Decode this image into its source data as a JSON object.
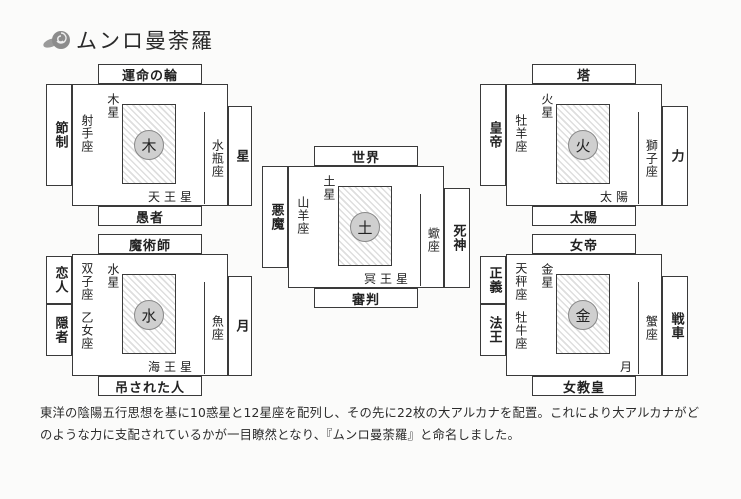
{
  "header": {
    "logo_icon": "rose-icon",
    "title": "ムンロ曼荼羅"
  },
  "units": {
    "wood": {
      "element": "木",
      "top_header": "運命の輪",
      "bottom_header": "愚者",
      "left_outer": "節制",
      "left_inner": "射手座",
      "right_inner": "水瓶座",
      "right_outer": "星",
      "planet_top": "木星",
      "planet_bottom": "天王星"
    },
    "water": {
      "element": "水",
      "top_header": "魔術師",
      "bottom_header": "吊された人",
      "left_outer_top": "恋人",
      "left_outer_bottom": "隠者",
      "left_inner_top": "双子座",
      "left_inner_bottom": "乙女座",
      "right_inner": "魚座",
      "right_outer": "月",
      "planet_top": "水星",
      "planet_bottom": "海王星"
    },
    "earth": {
      "element": "土",
      "top_header": "世界",
      "bottom_header": "審判",
      "left_outer": "悪魔",
      "left_inner": "山羊座",
      "right_inner": "蠍座",
      "right_outer": "死神",
      "planet_top": "土星",
      "planet_bottom": "冥王星"
    },
    "fire": {
      "element": "火",
      "top_header": "塔",
      "bottom_header": "太陽",
      "left_outer": "皇帝",
      "left_inner": "牡羊座",
      "right_inner": "獅子座",
      "right_outer": "力",
      "planet_top": "火星",
      "planet_bottom": "太陽"
    },
    "metal": {
      "element": "金",
      "top_header": "女帝",
      "bottom_header": "女教皇",
      "left_outer_top": "正義",
      "left_outer_bottom": "法王",
      "left_inner_top": "天秤座",
      "left_inner_bottom": "牡牛座",
      "right_inner": "蟹座",
      "right_outer": "戦車",
      "planet_top": "金星",
      "planet_bottom": "月"
    }
  },
  "description": "東洋の陰陽五行思想を基に10惑星と12星座を配列し、その先に22枚の大アルカナを配置。これにより大アルカナがどのような力に支配されているかが一目瞭然となり、『ムンロ曼荼羅』と命名しました。"
}
